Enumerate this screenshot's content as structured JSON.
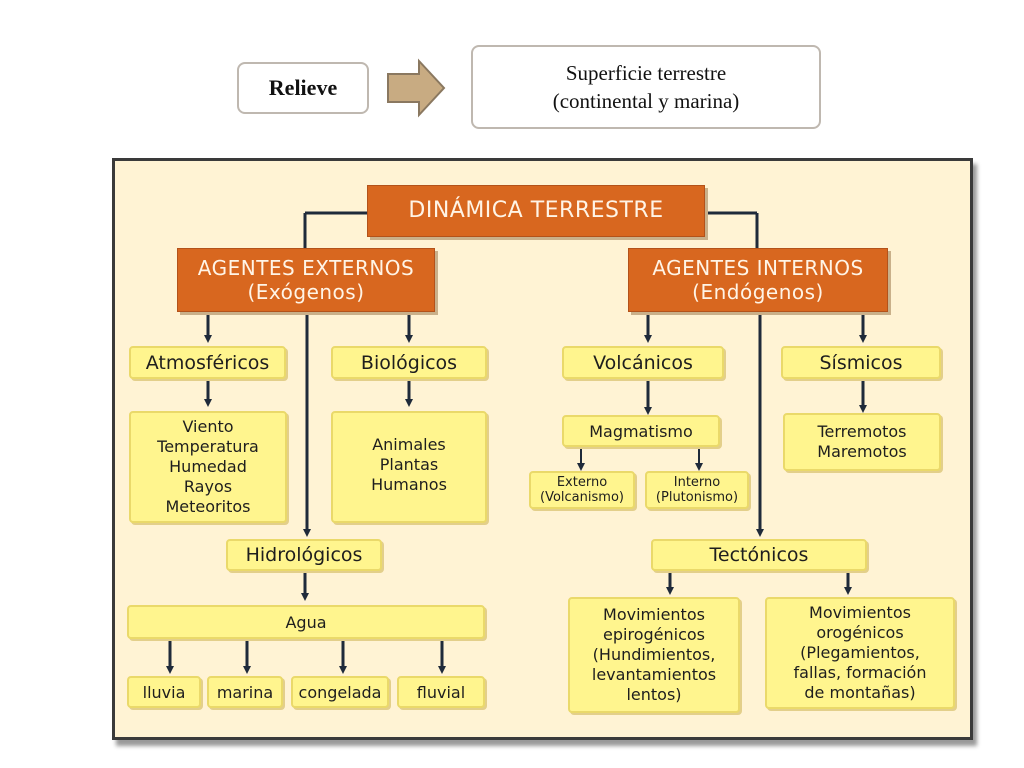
{
  "header": {
    "relieve": "Relieve",
    "superficie_line1": "Superficie terrestre",
    "superficie_line2": "(continental y marina)"
  },
  "diagram": {
    "root": "DINÁMICA TERRESTRE",
    "externos": {
      "title": "AGENTES EXTERNOS",
      "subtitle": "(Exógenos)"
    },
    "internos": {
      "title": "AGENTES INTERNOS",
      "subtitle": "(Endógenos)"
    },
    "atmosfericos": {
      "label": "Atmosféricos",
      "items": [
        "Viento",
        "Temperatura",
        "Humedad",
        "Rayos",
        "Meteoritos"
      ]
    },
    "biologicos": {
      "label": "Biológicos",
      "items": [
        "Animales",
        "Plantas",
        "Humanos"
      ]
    },
    "hidrologicos": {
      "label": "Hidrológicos",
      "agua": "Agua",
      "items": [
        "lluvia",
        "marina",
        "congelada",
        "fluvial"
      ]
    },
    "volcanicos": {
      "label": "Volcánicos",
      "magmatismo": "Magmatismo",
      "externo": [
        "Externo",
        "(Volcanismo)"
      ],
      "interno": [
        "Interno",
        "(Plutonismo)"
      ]
    },
    "sismicos": {
      "label": "Sísmicos",
      "items": [
        "Terremotos",
        "Maremotos"
      ]
    },
    "tectonicos": {
      "label": "Tectónicos",
      "epirogenicos": [
        "Movimientos",
        "epirogénicos",
        "(Hundimientos,",
        "levantamientos",
        "lentos)"
      ],
      "orogenicos": [
        "Movimientos",
        "orogénicos",
        "(Plegamientos,",
        "fallas, formación",
        "de montañas)"
      ]
    }
  },
  "colors": {
    "orange": "#d8671f",
    "yellow": "#fff58e",
    "panel": "#fff3d4",
    "connector": "#1f2a3a"
  }
}
